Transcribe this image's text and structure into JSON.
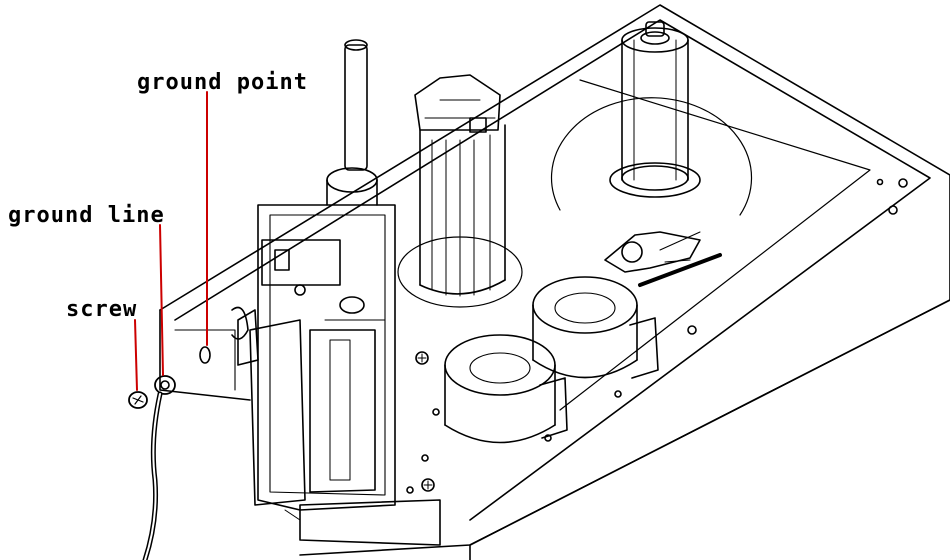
{
  "labels": {
    "ground_point": "ground point",
    "ground_line": "ground line",
    "screw": "screw"
  },
  "colors": {
    "line_art": "#000000",
    "leader_lines": "#cc0000",
    "background": "#ffffff"
  }
}
